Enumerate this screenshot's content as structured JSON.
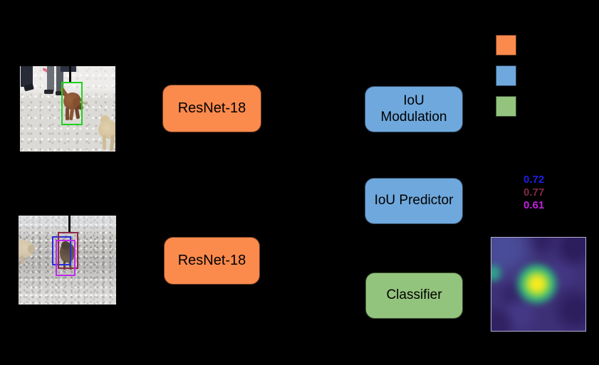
{
  "figure": {
    "background_color": "#000000",
    "blocks": {
      "resnet_top": {
        "label": "ResNet-18",
        "color": "#FB8A4D"
      },
      "resnet_bottom": {
        "label": "ResNet-18",
        "color": "#FB8A4D"
      },
      "iou_modulation": {
        "label": "IoU Modulation",
        "color": "#6FA8DC"
      },
      "iou_predictor": {
        "label": "IoU Predictor",
        "color": "#6FA8DC"
      },
      "classifier": {
        "label": "Classifier",
        "color": "#93C47D"
      }
    },
    "legend_swatches": [
      {
        "name": "orange-swatch",
        "color": "#FB8A4D"
      },
      {
        "name": "blue-swatch",
        "color": "#6FA8DC"
      },
      {
        "name": "green-swatch",
        "color": "#93C47D"
      }
    ],
    "iou_scores": [
      {
        "value": "0.72",
        "color": "#1E1EE8"
      },
      {
        "value": "0.77",
        "color": "#7D2B45"
      },
      {
        "value": "0.61",
        "color": "#C320E0"
      }
    ],
    "reference_frame": {
      "bbox_color": "#1ED31E"
    },
    "test_frame": {
      "bbox_colors": [
        "#2B2BE0",
        "#8B2A4A",
        "#BF29EC"
      ]
    },
    "heatmap_palette": "viridis"
  }
}
